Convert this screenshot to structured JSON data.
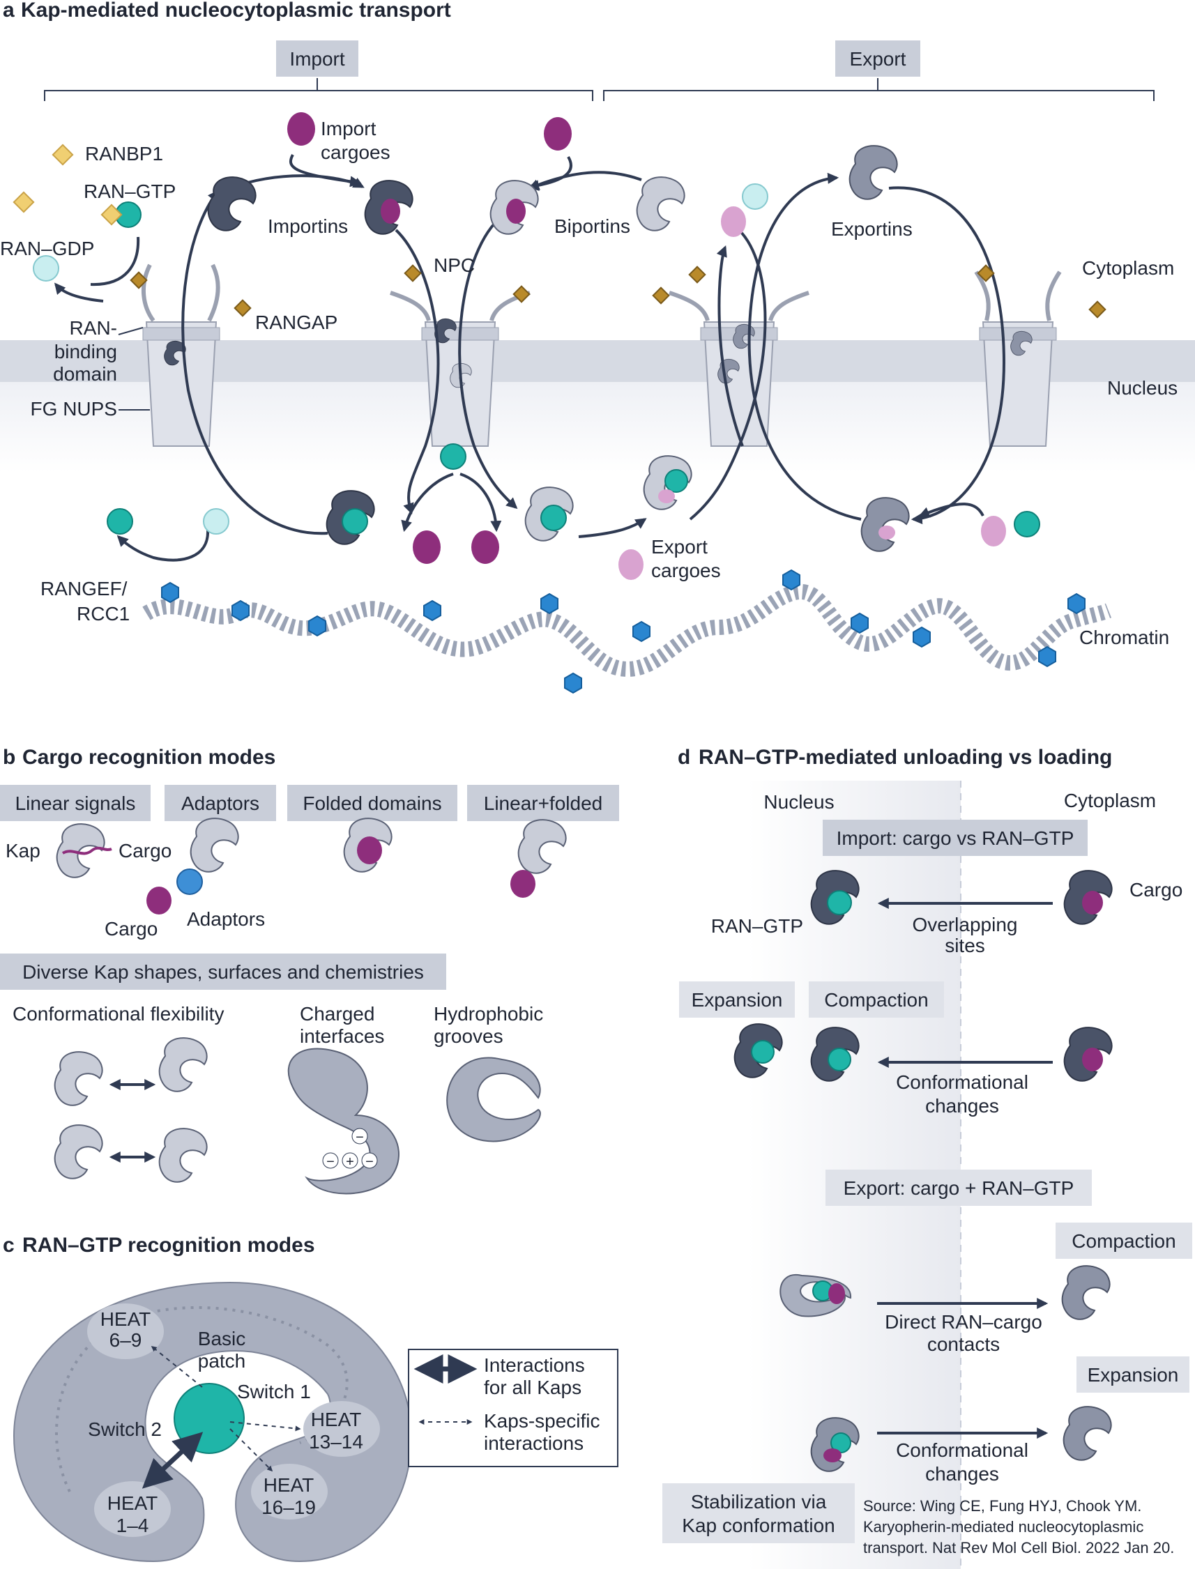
{
  "panel_a": {
    "letter": "a",
    "title": "Kap-mediated nucleocytoplasmic transport",
    "import_label": "Import",
    "export_label": "Export",
    "labels": {
      "ranbp1": "RANBP1",
      "ran_gtp": "RAN–GTP",
      "ran_gdp": "RAN–GDP",
      "ran_binding_1": "RAN-",
      "ran_binding_2": "binding",
      "ran_binding_3": "domain",
      "fg_nups": "FG NUPS",
      "rangap": "RANGAP",
      "import_cargoes_1": "Import",
      "import_cargoes_2": "cargoes",
      "importins": "Importins",
      "npc": "NPC",
      "biportins": "Biportins",
      "exportins": "Exportins",
      "cytoplasm": "Cytoplasm",
      "nucleus": "Nucleus",
      "export_cargoes_1": "Export",
      "export_cargoes_2": "cargoes",
      "rangef_1": "RANGEF/",
      "rangef_2": "RCC1",
      "chromatin": "Chromatin"
    }
  },
  "panel_b": {
    "letter": "b",
    "title": "Cargo recognition modes",
    "tabs": [
      "Linear signals",
      "Adaptors",
      "Folded domains",
      "Linear+folded"
    ],
    "kap": "Kap",
    "cargo_1": "Cargo",
    "cargo_2": "Cargo",
    "adaptors": "Adaptors",
    "diverse": "Diverse Kap shapes, surfaces and chemistries",
    "conf_flex": "Conformational flexibility",
    "charged_1": "Charged",
    "charged_2": "interfaces",
    "hydro_1": "Hydrophobic",
    "hydro_2": "grooves",
    "minus": "−",
    "plus": "+"
  },
  "panel_c": {
    "letter": "c",
    "title": "RAN–GTP recognition modes",
    "heat_6_9_1": "HEAT",
    "heat_6_9_2": "6–9",
    "basic_1": "Basic",
    "basic_2": "patch",
    "switch1": "Switch 1",
    "switch2": "Switch 2",
    "heat_13_14_1": "HEAT",
    "heat_13_14_2": "13–14",
    "heat_16_19_1": "HEAT",
    "heat_16_19_2": "16–19",
    "heat_1_4_1": "HEAT",
    "heat_1_4_2": "1–4",
    "legend_all_1": "Interactions",
    "legend_all_2": "for all Kaps",
    "legend_spec_1": "Kaps-specific",
    "legend_spec_2": "interactions"
  },
  "panel_d": {
    "letter": "d",
    "title": "RAN–GTP-mediated unloading vs loading",
    "nucleus": "Nucleus",
    "cytoplasm": "Cytoplasm",
    "import_box": "Import: cargo vs RAN–GTP",
    "cargo": "Cargo",
    "ran_gtp": "RAN–GTP",
    "overlap_1": "Overlapping",
    "overlap_2": "sites",
    "expansion": "Expansion",
    "compaction": "Compaction",
    "conf_changes_1": "Conformational",
    "conf_changes_2": "changes",
    "export_box": "Export: cargo + RAN–GTP",
    "compaction2": "Compaction",
    "direct_1": "Direct RAN–cargo",
    "direct_2": "contacts",
    "expansion2": "Expansion",
    "conf_changes2_1": "Conformational",
    "conf_changes2_2": "changes",
    "stab_1": "Stabilization via",
    "stab_2": "Kap conformation"
  },
  "source": {
    "line1": "Source: Wing CE, Fung HYJ, Chook YM.",
    "line2": "Karyopherin-mediated nucleocytoplasmic",
    "line3": "transport. Nat Rev Mol Cell Biol. 2022 Jan 20."
  }
}
